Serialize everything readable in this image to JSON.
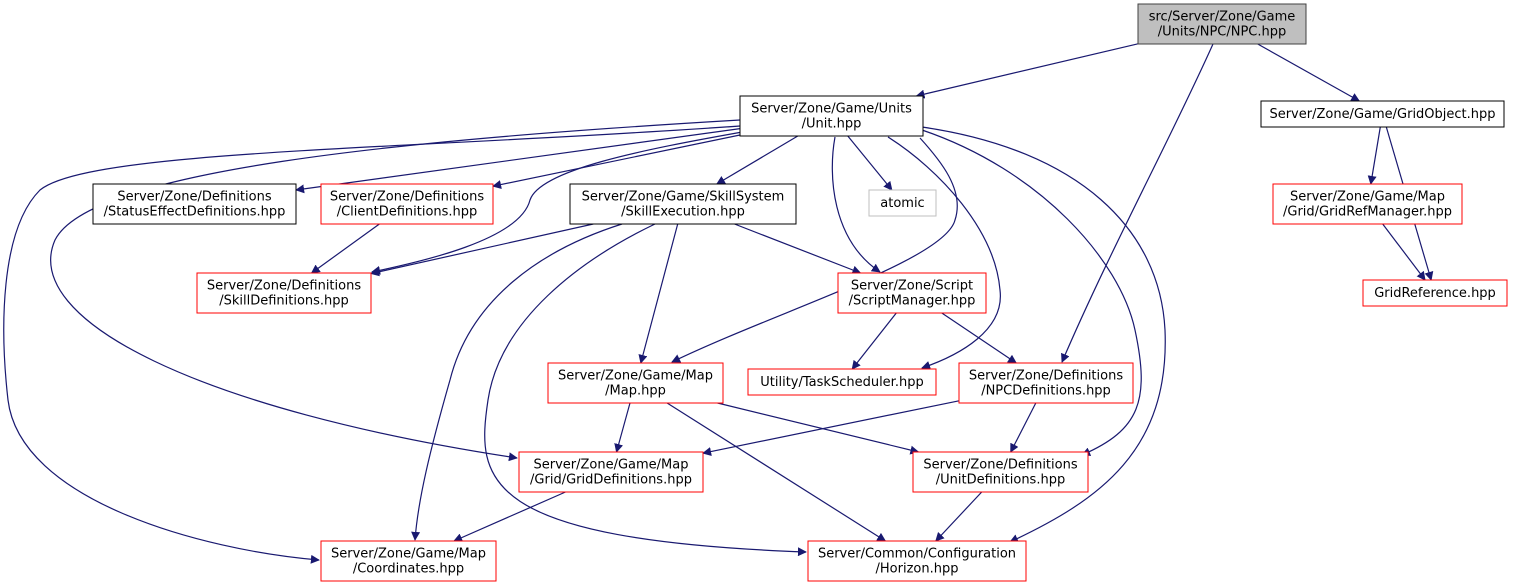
{
  "colors": {
    "edge": "#191970",
    "root_fill": "#bfbfbf",
    "root_stroke": "#404040",
    "documented_stroke": "#000000",
    "truncated_stroke": "#ff0000",
    "external_stroke": "#bfbfbf"
  },
  "nodes": [
    {
      "id": "npc",
      "kind": "root",
      "lines": [
        "src/Server/Zone/Game",
        "/Units/NPC/NPC.hpp"
      ]
    },
    {
      "id": "unit",
      "kind": "documented",
      "lines": [
        "Server/Zone/Game/Units",
        "/Unit.hpp"
      ]
    },
    {
      "id": "gridobject",
      "kind": "documented",
      "lines": [
        "Server/Zone/Game/GridObject.hpp"
      ]
    },
    {
      "id": "statuseffect",
      "kind": "documented",
      "lines": [
        "Server/Zone/Definitions",
        "/StatusEffectDefinitions.hpp"
      ]
    },
    {
      "id": "clientdefs",
      "kind": "truncated",
      "lines": [
        "Server/Zone/Definitions",
        "/ClientDefinitions.hpp"
      ]
    },
    {
      "id": "skillexec",
      "kind": "documented",
      "lines": [
        "Server/Zone/Game/SkillSystem",
        "/SkillExecution.hpp"
      ]
    },
    {
      "id": "atomic",
      "kind": "external",
      "lines": [
        "atomic"
      ]
    },
    {
      "id": "gridrefmanager",
      "kind": "truncated",
      "lines": [
        "Server/Zone/Game/Map",
        "/Grid/GridRefManager.hpp"
      ]
    },
    {
      "id": "gridreference",
      "kind": "truncated",
      "lines": [
        "GridReference.hpp"
      ]
    },
    {
      "id": "skilldefs",
      "kind": "truncated",
      "lines": [
        "Server/Zone/Definitions",
        "/SkillDefinitions.hpp"
      ]
    },
    {
      "id": "scriptmanager",
      "kind": "truncated",
      "lines": [
        "Server/Zone/Script",
        "/ScriptManager.hpp"
      ]
    },
    {
      "id": "map",
      "kind": "truncated",
      "lines": [
        "Server/Zone/Game/Map",
        "/Map.hpp"
      ]
    },
    {
      "id": "taskscheduler",
      "kind": "truncated",
      "lines": [
        "Utility/TaskScheduler.hpp"
      ]
    },
    {
      "id": "npcdefs",
      "kind": "truncated",
      "lines": [
        "Server/Zone/Definitions",
        "/NPCDefinitions.hpp"
      ]
    },
    {
      "id": "griddefs",
      "kind": "truncated",
      "lines": [
        "Server/Zone/Game/Map",
        "/Grid/GridDefinitions.hpp"
      ]
    },
    {
      "id": "unitdefs",
      "kind": "truncated",
      "lines": [
        "Server/Zone/Definitions",
        "/UnitDefinitions.hpp"
      ]
    },
    {
      "id": "coordinates",
      "kind": "truncated",
      "lines": [
        "Server/Zone/Game/Map",
        "/Coordinates.hpp"
      ]
    },
    {
      "id": "horizon",
      "kind": "truncated",
      "lines": [
        "Server/Common/Configuration",
        "/Horizon.hpp"
      ]
    }
  ],
  "edges": [
    [
      "npc",
      "unit"
    ],
    [
      "npc",
      "gridobject"
    ],
    [
      "npc",
      "npcdefs"
    ],
    [
      "unit",
      "statuseffect"
    ],
    [
      "unit",
      "clientdefs"
    ],
    [
      "unit",
      "skillexec"
    ],
    [
      "unit",
      "atomic"
    ],
    [
      "unit",
      "skilldefs"
    ],
    [
      "unit",
      "scriptmanager"
    ],
    [
      "unit",
      "map"
    ],
    [
      "unit",
      "taskscheduler"
    ],
    [
      "unit",
      "griddefs"
    ],
    [
      "unit",
      "unitdefs"
    ],
    [
      "unit",
      "coordinates"
    ],
    [
      "unit",
      "horizon"
    ],
    [
      "gridobject",
      "gridrefmanager"
    ],
    [
      "gridobject",
      "gridreference"
    ],
    [
      "gridrefmanager",
      "gridreference"
    ],
    [
      "clientdefs",
      "skilldefs"
    ],
    [
      "skillexec",
      "skilldefs"
    ],
    [
      "skillexec",
      "scriptmanager"
    ],
    [
      "skillexec",
      "map"
    ],
    [
      "skillexec",
      "coordinates"
    ],
    [
      "skillexec",
      "horizon"
    ],
    [
      "scriptmanager",
      "taskscheduler"
    ],
    [
      "scriptmanager",
      "npcdefs"
    ],
    [
      "map",
      "griddefs"
    ],
    [
      "map",
      "unitdefs"
    ],
    [
      "map",
      "horizon"
    ],
    [
      "npcdefs",
      "griddefs"
    ],
    [
      "npcdefs",
      "unitdefs"
    ],
    [
      "griddefs",
      "coordinates"
    ],
    [
      "unitdefs",
      "horizon"
    ]
  ]
}
